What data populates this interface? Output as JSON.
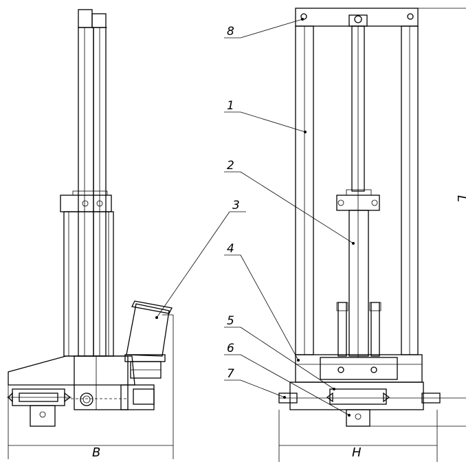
{
  "callouts": [
    {
      "num": "8"
    },
    {
      "num": "1"
    },
    {
      "num": "2"
    },
    {
      "num": "3"
    },
    {
      "num": "4"
    },
    {
      "num": "5"
    },
    {
      "num": "6"
    },
    {
      "num": "7"
    }
  ],
  "dimensions": {
    "side_width": "B",
    "front_width": "H",
    "height": "L"
  }
}
